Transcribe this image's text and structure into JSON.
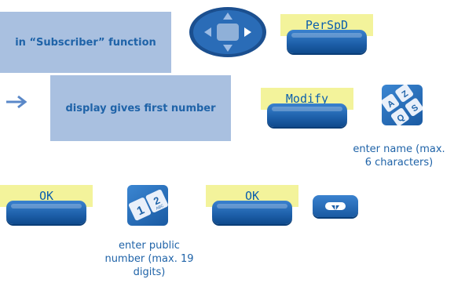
{
  "steps": {
    "subscriber_function": "in “Subscriber” function",
    "first_number": "display gives first number"
  },
  "softkeys": {
    "perspd": "PerSpD",
    "modify": "Modify",
    "ok1": "OK",
    "ok2": "OK"
  },
  "captions": {
    "enter_name": "enter name (max. 6 characters)",
    "enter_number": "enter public number (max. 19 digits)"
  },
  "keypad_name_keys": [
    "A",
    "Z",
    "Q",
    "S"
  ],
  "keypad_number_keys": [
    "1",
    "2",
    "ABC"
  ],
  "icons": [
    "navigator-icon",
    "arrow-right-icon",
    "hang-up-icon"
  ],
  "colors": {
    "box": "#a9c0e0",
    "label": "#f3f39b",
    "accent": "#1f63a8"
  }
}
